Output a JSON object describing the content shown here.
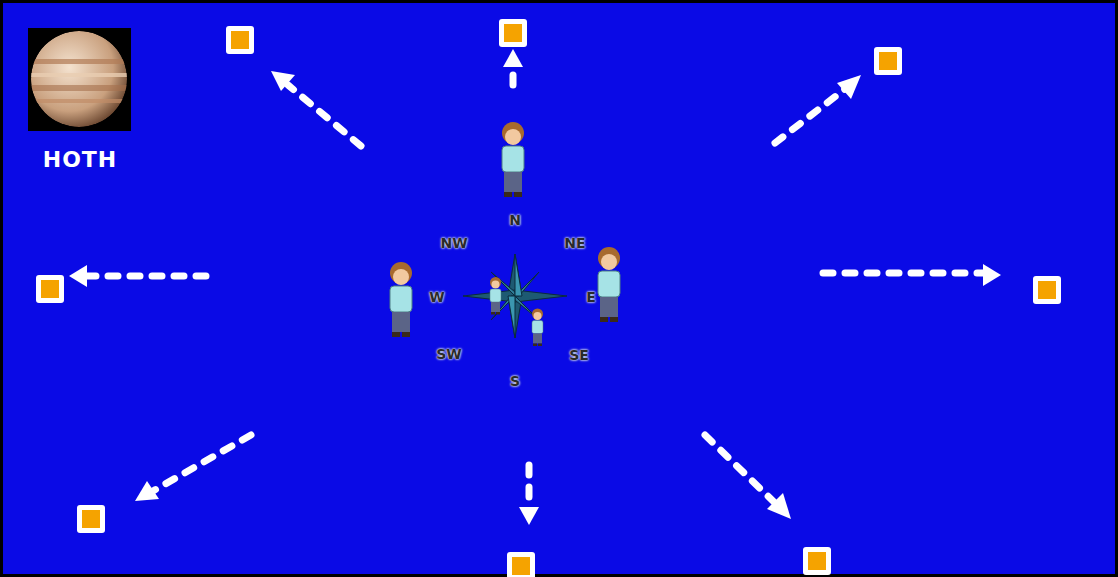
{
  "diagram": {
    "labels": [
      "HOTH",
      "N",
      "NE",
      "E",
      "SE",
      "S",
      "SW",
      "W",
      "NW"
    ]
  }
}
